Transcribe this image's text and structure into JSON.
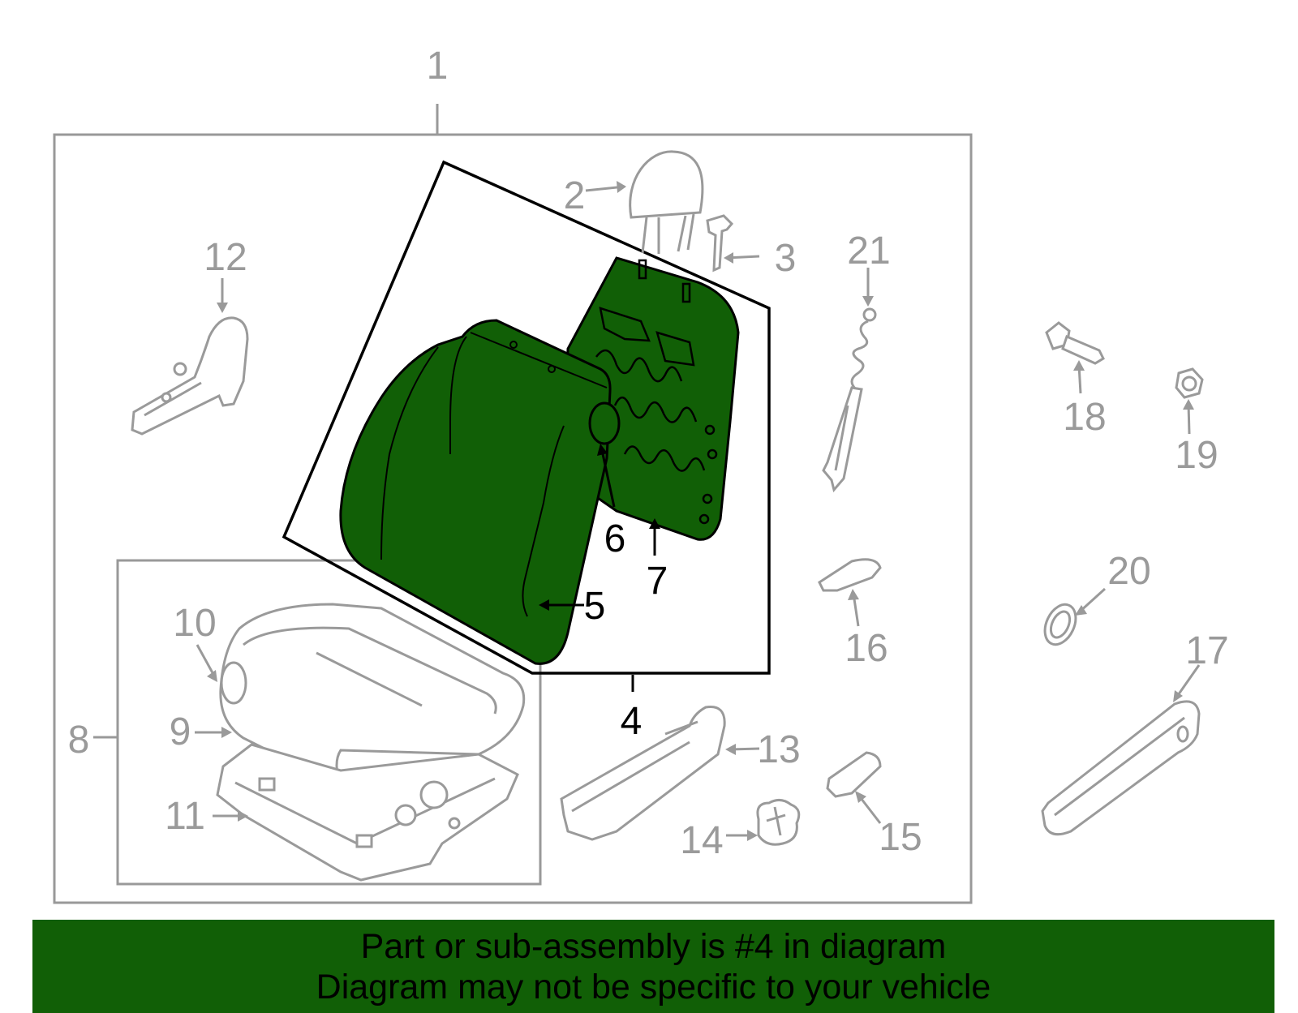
{
  "colors": {
    "highlight": "#115f06",
    "part_outline": "#9a9a9a",
    "frame": "#999999",
    "highlight_outline": "#000000"
  },
  "callouts": {
    "c1": "1",
    "c2": "2",
    "c3": "3",
    "c4": "4",
    "c5": "5",
    "c6": "6",
    "c7": "7",
    "c8": "8",
    "c9": "9",
    "c10": "10",
    "c11": "11",
    "c12": "12",
    "c13": "13",
    "c14": "14",
    "c15": "15",
    "c16": "16",
    "c17": "17",
    "c18": "18",
    "c19": "19",
    "c20": "20",
    "c21": "21"
  },
  "highlighted_callouts": [
    "4",
    "5",
    "6",
    "7"
  ],
  "banner": {
    "line1": "Part or sub-assembly is #4 in diagram",
    "line2": "Diagram may not be specific to your vehicle"
  }
}
